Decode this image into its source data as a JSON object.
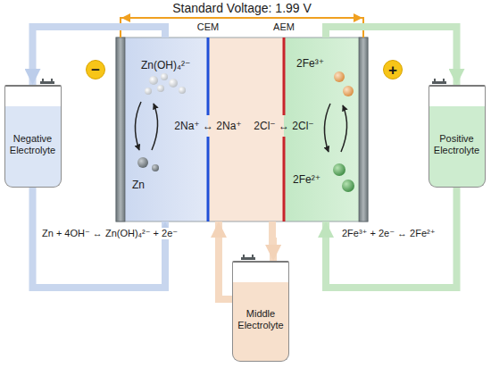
{
  "diagram": {
    "nodes": [
      {
        "text": [
          "Zn(OH)₄²⁻",
          "Zn"
        ]
      },
      {
        "text": [
          "2Na⁺ ↔ 2Na⁺",
          "2Cl⁻ ↔ 2Cl⁻"
        ]
      },
      {
        "text": [
          "2Fe³⁺",
          "2Fe²⁺"
        ]
      },
      {
        "text": [
          "−"
        ]
      },
      {
        "text": [
          "+"
        ]
      },
      {
        "text": [
          "Negative Electrolyte"
        ]
      },
      {
        "text": [
          "Positive Electrolyte"
        ]
      },
      {
        "text": [
          "Middle Electrolyte"
        ]
      }
    ],
    "edges": [
      {
        "from": 5,
        "to": 0,
        "arrow": "to"
      },
      {
        "from": 0,
        "to": 5,
        "arrow": "to"
      },
      {
        "from": 6,
        "to": 2,
        "arrow": "to"
      },
      {
        "from": 2,
        "to": 6,
        "arrow": "to"
      },
      {
        "from": 7,
        "to": 1,
        "arrow": "to"
      },
      {
        "from": 1,
        "to": 7,
        "arrow": "to"
      }
    ],
    "labels": [
      "Standard Voltage: 1.99 V",
      "CEM",
      "AEM",
      "Zn + 4OH⁻ ↔ Zn(OH)₄²⁻ + 2e⁻",
      "2Fe³⁺ + 2e⁻ ↔ 2Fe²⁺"
    ]
  }
}
